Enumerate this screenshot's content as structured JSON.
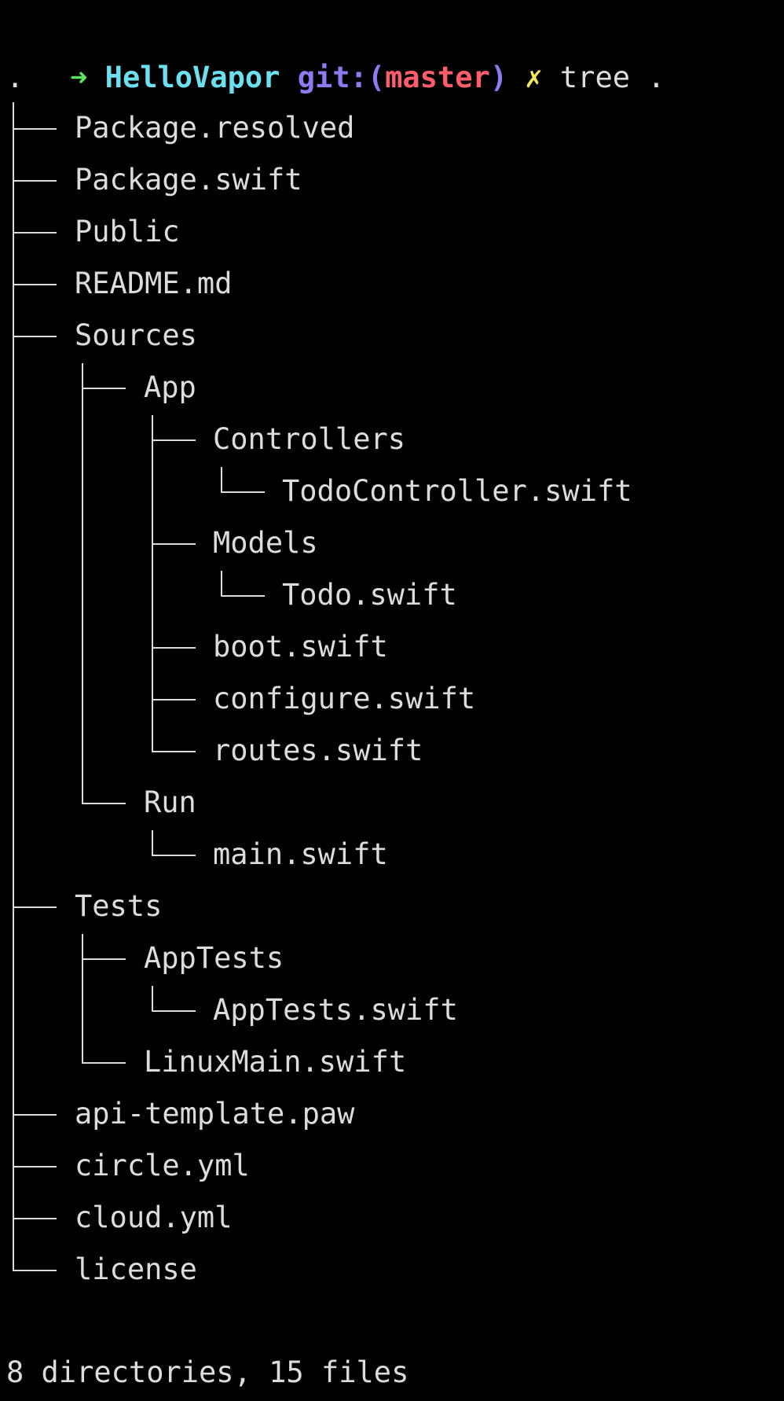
{
  "prompt": {
    "arrow": "➜",
    "directory": "HelloVapor",
    "git_prefix": "git:(",
    "branch": "master",
    "git_suffix": ")",
    "dirty_marker": "✗",
    "command": "tree ."
  },
  "tree": {
    "root": ".",
    "entries": [
      {
        "name": "Package.resolved"
      },
      {
        "name": "Package.swift"
      },
      {
        "name": "Public"
      },
      {
        "name": "README.md"
      },
      {
        "name": "Sources"
      },
      {
        "name": "App"
      },
      {
        "name": "Controllers"
      },
      {
        "name": "TodoController.swift"
      },
      {
        "name": "Models"
      },
      {
        "name": "Todo.swift"
      },
      {
        "name": "boot.swift"
      },
      {
        "name": "configure.swift"
      },
      {
        "name": "routes.swift"
      },
      {
        "name": "Run"
      },
      {
        "name": "main.swift"
      },
      {
        "name": "Tests"
      },
      {
        "name": "AppTests"
      },
      {
        "name": "AppTests.swift"
      },
      {
        "name": "LinuxMain.swift"
      },
      {
        "name": "api-template.paw"
      },
      {
        "name": "circle.yml"
      },
      {
        "name": "cloud.yml"
      },
      {
        "name": "license"
      }
    ],
    "summary": "8 directories, 15 files"
  },
  "colors": {
    "background": "#000000",
    "text": "#dcdcdc",
    "arrow": "#5fe35f",
    "directory": "#6ce0ef",
    "git": "#8c7cf2",
    "branch": "#ff5c6c",
    "dirty": "#f5e85a"
  }
}
